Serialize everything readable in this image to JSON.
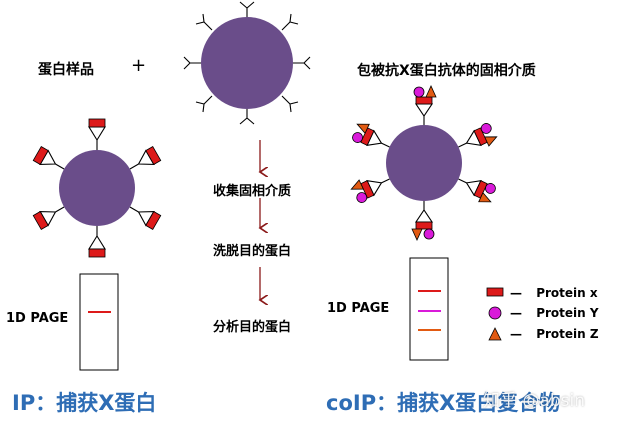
{
  "left": {
    "sample_label": "蛋白样品",
    "plus": "+",
    "page_label": "1D PAGE",
    "caption": "IP：捕获X蛋白"
  },
  "middle": {
    "steps": [
      "收集固相介质",
      "洗脱目的蛋白",
      "分析目的蛋白"
    ]
  },
  "right": {
    "title": "包被抗X蛋白抗体的固相介质",
    "page_label": "1D PAGE",
    "caption": "coIP：捕获X蛋白复合物"
  },
  "legend": [
    {
      "shape": "rect",
      "dash": "—",
      "label": "Protein x"
    },
    {
      "shape": "circle",
      "dash": "—",
      "label": "Protein Y"
    },
    {
      "shape": "triangle",
      "dash": "—",
      "label": "Protein Z"
    }
  ],
  "watermark": "知乎 @absin",
  "colors": {
    "bead": "#6a4d8a",
    "protein_x": "#dd1a1a",
    "protein_y": "#d91ad9",
    "protein_z": "#e25a12",
    "arrow": "#8b1a1a",
    "caption": "#2e6db5"
  }
}
